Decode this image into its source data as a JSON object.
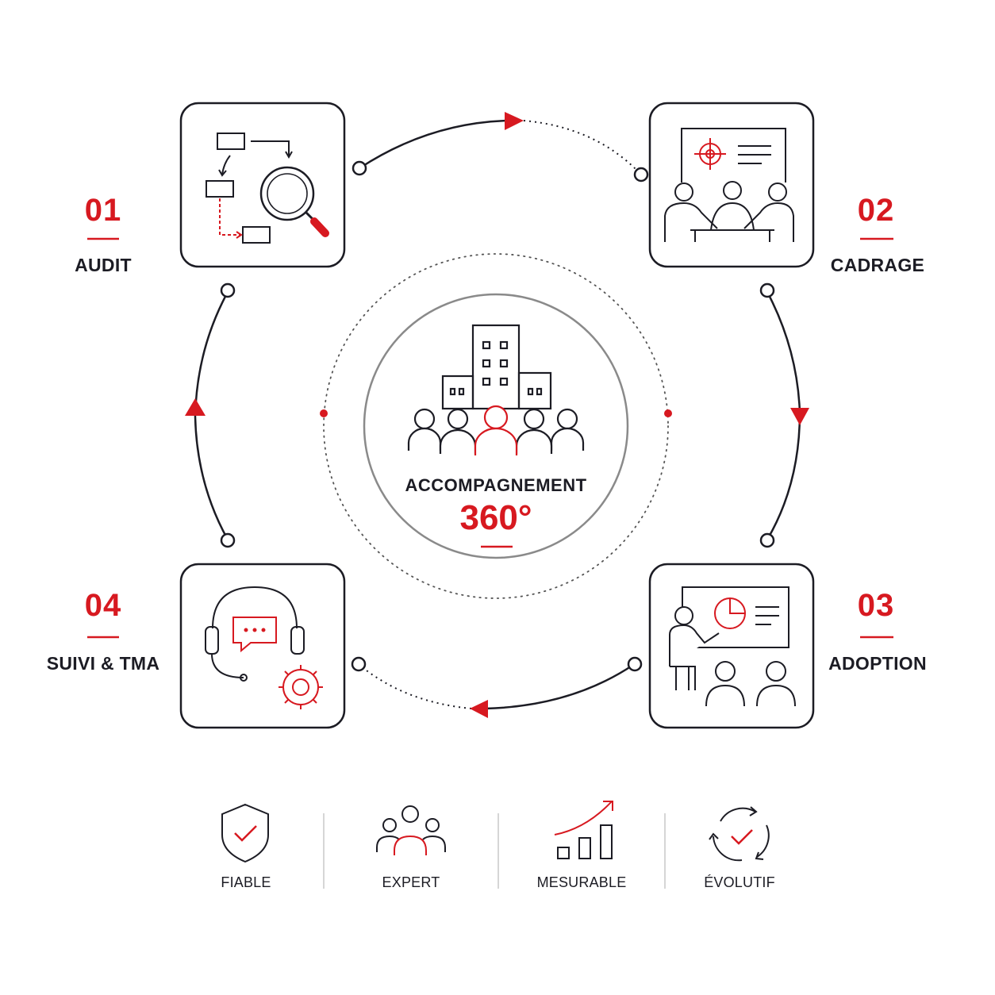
{
  "colors": {
    "accent": "#d71920",
    "ink": "#1c1c24",
    "muted": "#8a8a8a"
  },
  "center": {
    "title": "ACCOMPAGNEMENT",
    "value": "360°",
    "icon": "buildings-and-team-icon"
  },
  "steps": [
    {
      "number": "01",
      "label": "AUDIT",
      "icon": "process-audit-magnifier-icon"
    },
    {
      "number": "02",
      "label": "CADRAGE",
      "icon": "team-meeting-target-icon"
    },
    {
      "number": "03",
      "label": "ADOPTION",
      "icon": "training-presentation-icon"
    },
    {
      "number": "04",
      "label": "SUIVI & TMA",
      "icon": "headset-support-gear-icon"
    }
  ],
  "values": [
    {
      "label": "FIABLE",
      "icon": "shield-check-icon"
    },
    {
      "label": "EXPERT",
      "icon": "expert-group-icon"
    },
    {
      "label": "MESURABLE",
      "icon": "growth-chart-icon"
    },
    {
      "label": "ÉVOLUTIF",
      "icon": "cycle-check-icon"
    }
  ]
}
